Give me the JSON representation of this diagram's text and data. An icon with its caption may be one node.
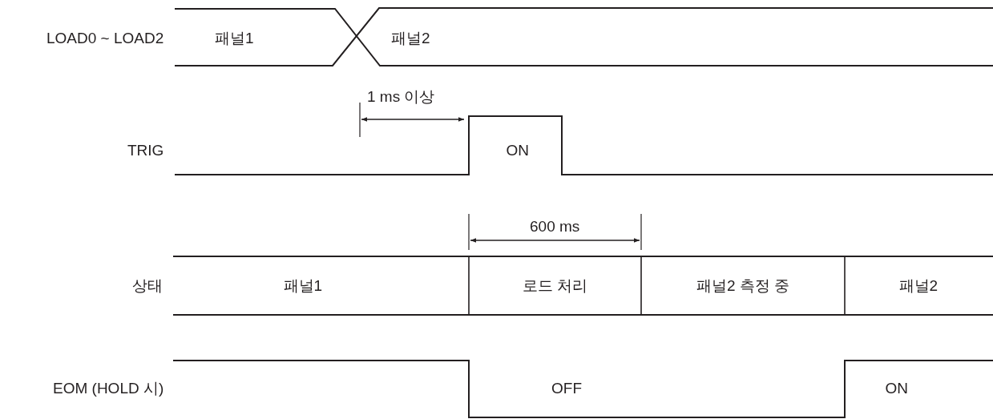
{
  "diagram": {
    "labels": [
      "LOAD0 ~ LOAD2",
      "패널1",
      "패널2",
      "1 ms 이상",
      "TRIG",
      "ON",
      "600 ms",
      "상태",
      "패널1",
      "로드 처리",
      "패널2 측정 중",
      "패널2",
      "EOM (HOLD 시)",
      "OFF",
      "ON"
    ]
  }
}
